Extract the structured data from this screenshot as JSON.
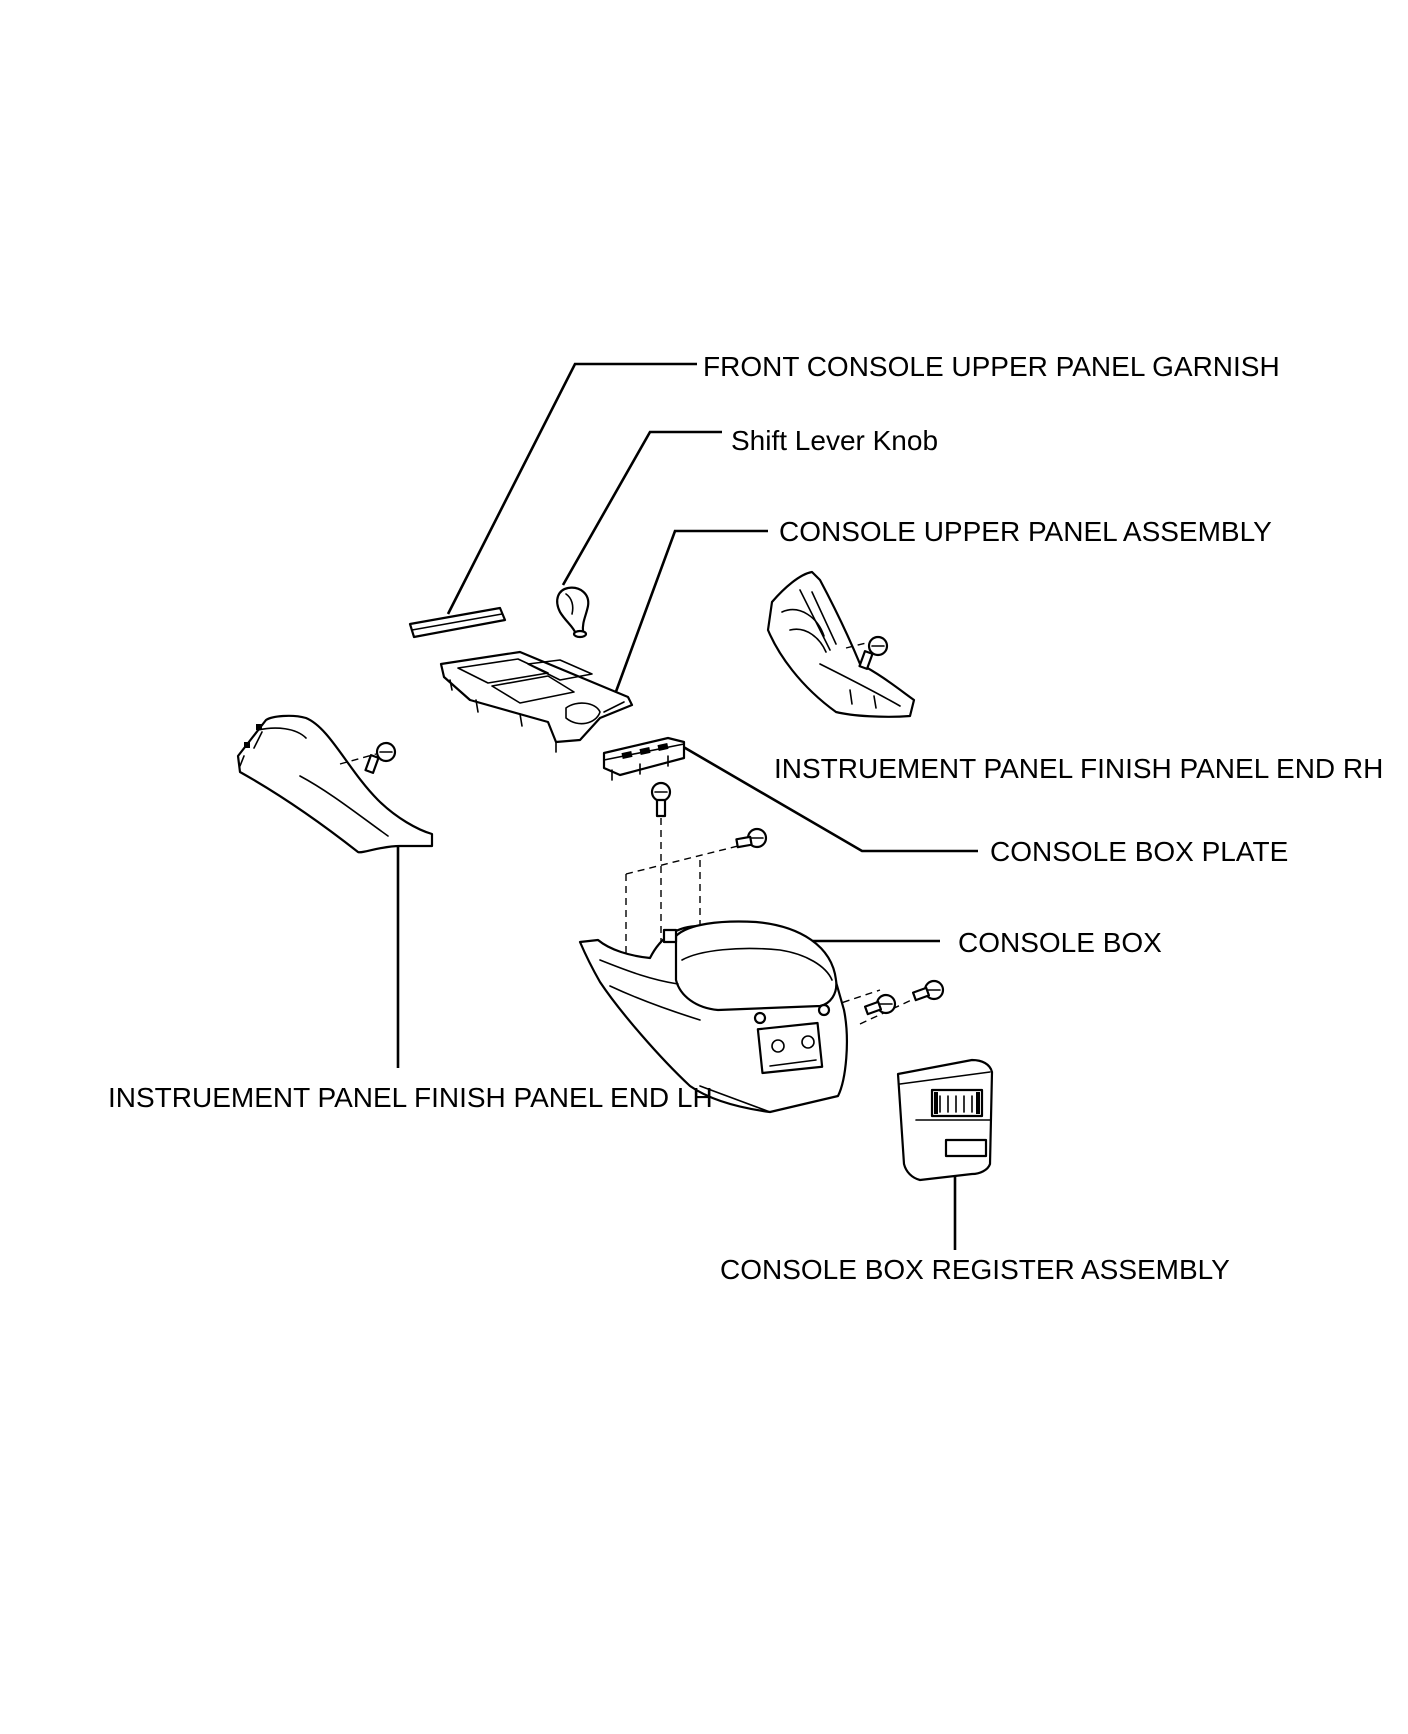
{
  "labels": {
    "front_console_upper_panel_garnish": "FRONT CONSOLE UPPER PANEL GARNISH",
    "shift_lever_knob": "Shift Lever Knob",
    "console_upper_panel_assembly": "CONSOLE UPPER PANEL ASSEMBLY",
    "instrument_panel_finish_panel_end_rh": "INSTRUEMENT PANEL FINISH PANEL END RH",
    "console_box_plate": "CONSOLE BOX PLATE",
    "console_box": "CONSOLE BOX",
    "instrument_panel_finish_panel_end_lh": "INSTRUEMENT PANEL FINISH PANEL END LH",
    "console_box_register_assembly": "CONSOLE BOX REGISTER ASSEMBLY"
  }
}
